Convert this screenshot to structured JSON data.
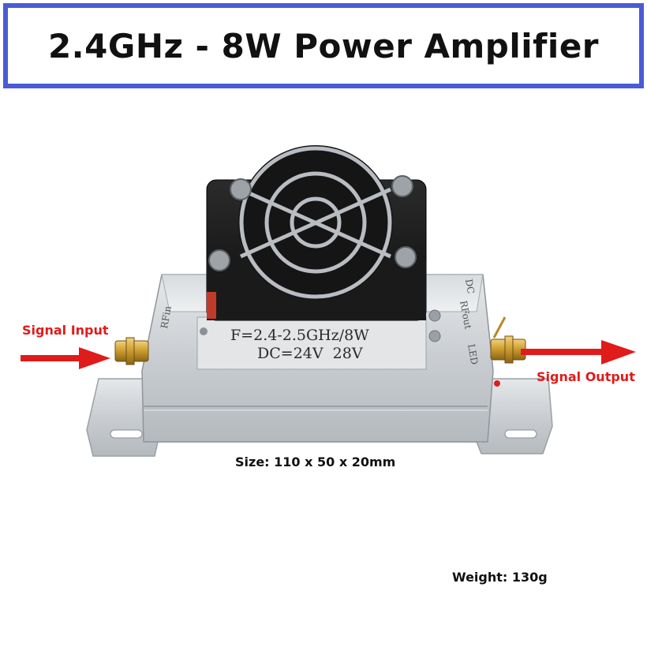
{
  "title": "2.4GHz - 8W Power Amplifier",
  "labels": {
    "signal_input": "Signal Input",
    "signal_output": "Signal Output",
    "size": "Size: 110 x 50 x 20mm",
    "weight": "Weight: 130g"
  },
  "device_plate": {
    "line1": "F=2.4-2.5GHz/8W",
    "line2": "DC=24V  28V"
  },
  "side_markings": {
    "rf_in": "RFin",
    "rf_out": "RFout",
    "dc": "DC",
    "led": "LED"
  },
  "colors": {
    "title_border": "#4a5bd6",
    "arrow": "#e01b1b"
  }
}
